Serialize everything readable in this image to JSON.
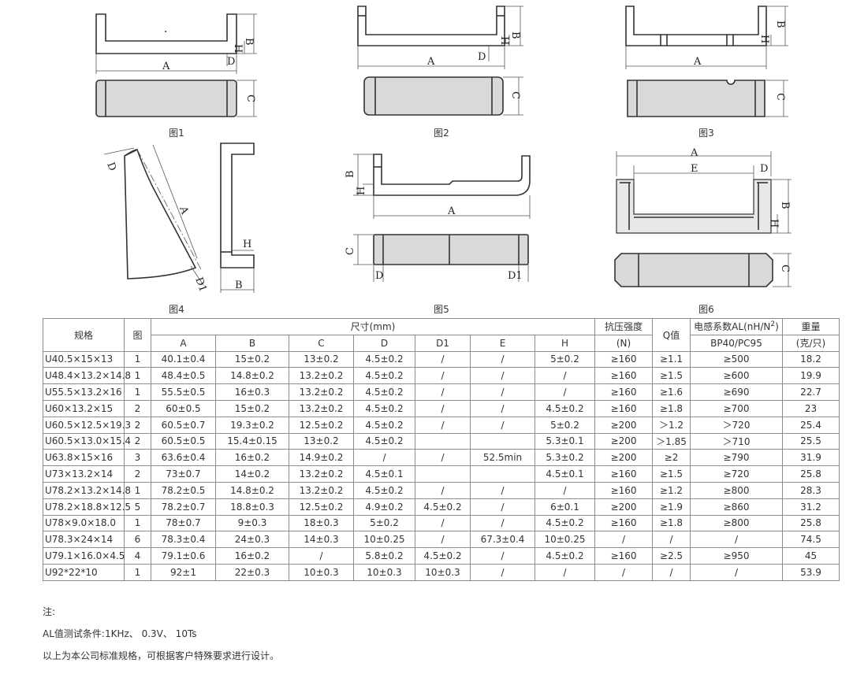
{
  "figures": [
    "图1",
    "图2",
    "图3",
    "图4",
    "图5",
    "图6"
  ],
  "dim_letters": {
    "A": "A",
    "B": "B",
    "C": "C",
    "D": "D",
    "D1": "D1",
    "E": "E",
    "H": "H"
  },
  "table": {
    "headers": {
      "spec": "规格",
      "fig": "图",
      "dims": "尺寸(mm)",
      "compress": "抗压强度",
      "compress_unit": "(N)",
      "q": "Q值",
      "al": "电感系数AL(nH/N",
      "al_sup": "2",
      "al_tail": ")",
      "al_sub": "BP40/PC95",
      "weight": "重量",
      "weight_unit": "(克/只)",
      "cols": [
        "A",
        "B",
        "C",
        "D",
        "D1",
        "E",
        "H"
      ]
    },
    "rows": [
      {
        "name": "U40.5×15×13",
        "fig": "1",
        "A": "40.1±0.4",
        "B": "15±0.2",
        "C": "13±0.2",
        "D": "4.5±0.2",
        "D1": "/",
        "E": "/",
        "H": "5±0.2",
        "N": "≥160",
        "Q": "≥1.1",
        "AL": "≥500",
        "W": "18.2"
      },
      {
        "name": "U48.4×13.2×14.8",
        "fig": "1",
        "A": "48.4±0.5",
        "B": "14.8±0.2",
        "C": "13.2±0.2",
        "D": "4.5±0.2",
        "D1": "/",
        "E": "/",
        "H": "/",
        "N": "≥160",
        "Q": "≥1.5",
        "AL": "≥600",
        "W": "19.9"
      },
      {
        "name": "U55.5×13.2×16",
        "fig": "1",
        "A": "55.5±0.5",
        "B": "16±0.3",
        "C": "13.2±0.2",
        "D": "4.5±0.2",
        "D1": "/",
        "E": "/",
        "H": "/",
        "N": "≥160",
        "Q": "≥1.6",
        "AL": "≥690",
        "W": "22.7"
      },
      {
        "name": "U60×13.2×15",
        "fig": "2",
        "A": "60±0.5",
        "B": "15±0.2",
        "C": "13.2±0.2",
        "D": "4.5±0.2",
        "D1": "/",
        "E": "/",
        "H": "4.5±0.2",
        "N": "≥160",
        "Q": "≥1.8",
        "AL": "≥700",
        "W": "23"
      },
      {
        "name": "U60.5×12.5×19.3",
        "fig": "2",
        "A": "60.5±0.7",
        "B": "19.3±0.2",
        "C": "12.5±0.2",
        "D": "4.5±0.2",
        "D1": "/",
        "E": "/",
        "H": "5±0.2",
        "N": "≥200",
        "Q": "＞1.2",
        "AL": "＞720",
        "W": "25.4"
      },
      {
        "name": "U60.5×13.0×15.4",
        "fig": "2",
        "A": "60.5±0.5",
        "B": "15.4±0.15",
        "C": "13±0.2",
        "D": "4.5±0.2",
        "D1": "",
        "E": "",
        "H": "5.3±0.1",
        "N": "≥200",
        "Q": "＞1.85",
        "AL": "＞710",
        "W": "25.5"
      },
      {
        "name": "U63.8×15×16",
        "fig": "3",
        "A": "63.6±0.4",
        "B": "16±0.2",
        "C": "14.9±0.2",
        "D": "/",
        "D1": "/",
        "E": "52.5min",
        "H": "5.3±0.2",
        "N": "≥200",
        "Q": "≥2",
        "AL": "≥790",
        "W": "31.9"
      },
      {
        "name": "U73×13.2×14",
        "fig": "2",
        "A": "73±0.7",
        "B": "14±0.2",
        "C": "13.2±0.2",
        "D": "4.5±0.1",
        "D1": "",
        "E": "",
        "H": "4.5±0.1",
        "N": "≥160",
        "Q": "≥1.5",
        "AL": "≥720",
        "W": "25.8"
      },
      {
        "name": "U78.2×13.2×14.8",
        "fig": "1",
        "A": "78.2±0.5",
        "B": "14.8±0.2",
        "C": "13.2±0.2",
        "D": "4.5±0.2",
        "D1": "/",
        "E": "/",
        "H": "/",
        "N": "≥160",
        "Q": "≥1.2",
        "AL": "≥800",
        "W": "28.3"
      },
      {
        "name": "U78.2×18.8×12.5",
        "fig": "5",
        "A": "78.2±0.7",
        "B": "18.8±0.3",
        "C": "12.5±0.2",
        "D": "4.9±0.2",
        "D1": "4.5±0.2",
        "E": "/",
        "H": "6±0.1",
        "N": "≥200",
        "Q": "≥1.9",
        "AL": "≥860",
        "W": "31.2"
      },
      {
        "name": "U78×9.0×18.0",
        "fig": "1",
        "A": "78±0.7",
        "B": "9±0.3",
        "C": "18±0.3",
        "D": "5±0.2",
        "D1": "/",
        "E": "/",
        "H": "4.5±0.2",
        "N": "≥160",
        "Q": "≥1.8",
        "AL": "≥800",
        "W": "25.8"
      },
      {
        "name": "U78.3×24×14",
        "fig": "6",
        "A": "78.3±0.4",
        "B": "24±0.3",
        "C": "14±0.3",
        "D": "10±0.25",
        "D1": "/",
        "E": "67.3±0.4",
        "H": "10±0.25",
        "N": "/",
        "Q": "/",
        "AL": "/",
        "W": "74.5"
      },
      {
        "name": "U79.1×16.0×4.5",
        "fig": "4",
        "A": "79.1±0.6",
        "B": "16±0.2",
        "C": "/",
        "D": "5.8±0.2",
        "D1": "4.5±0.2",
        "E": "/",
        "H": "4.5±0.2",
        "N": "≥160",
        "Q": "≥2.5",
        "AL": "≥950",
        "W": "45"
      },
      {
        "name": "U92*22*10",
        "fig": "1",
        "A": "92±1",
        "B": "22±0.3",
        "C": "10±0.3",
        "D": "10±0.3",
        "D1": "10±0.3",
        "E": "/",
        "H": "/",
        "N": "/",
        "Q": "/",
        "AL": "/",
        "W": "53.9"
      }
    ]
  },
  "notes": [
    "注:",
    "AL值测试条件:1KHz、 0.3V、 10Ts",
    "以上为本公司标准规格，可根据客户特殊要求进行设计。"
  ]
}
